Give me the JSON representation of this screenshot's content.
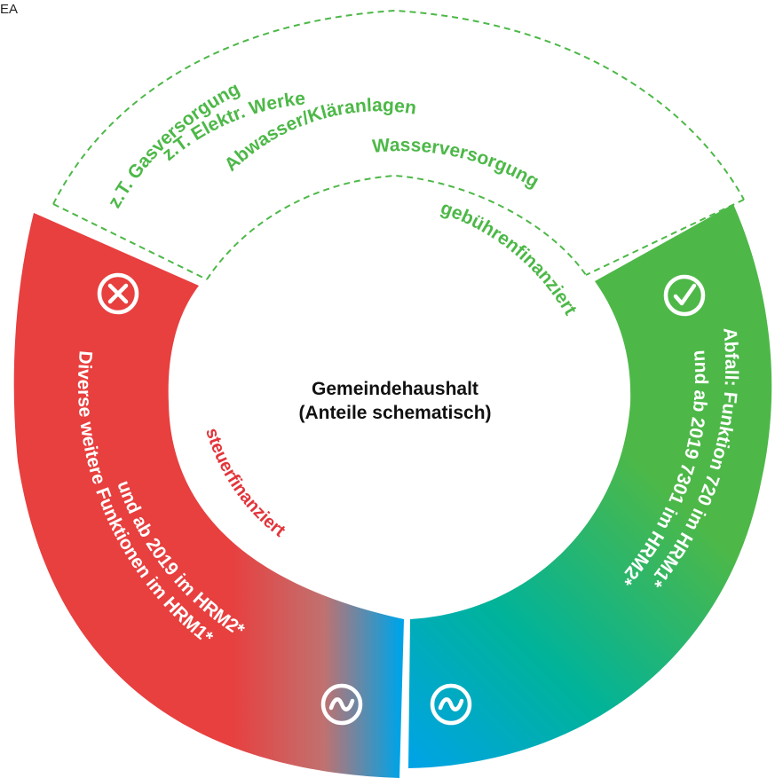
{
  "corner_label": "EA",
  "center": {
    "line1": "Gemeindehaushalt",
    "line2": "(Anteile schematisch)"
  },
  "upper_segment": {
    "items": [
      "z.T. Gasversorgung",
      "z.T. Elektr. Werke",
      "Abwasser/Kläranlagen",
      "Wasserversorgung"
    ],
    "label": "gebührenfinanziert"
  },
  "right_segment": {
    "line1": "Abfall: Funktion 720 im HRM1*",
    "line2": "und ab 2019 7301 im HRM2*",
    "icon": "check-circle-icon"
  },
  "left_segment": {
    "line1": "Diverse weitere Funktionen im HRM1*",
    "line2": "und ab 2019 im HRM2*",
    "label": "steuerfinanziert",
    "icon": "cross-circle-icon"
  },
  "bottom_icons": [
    "tilde-circle-icon",
    "tilde-circle-icon"
  ],
  "colors": {
    "green": "#4db848",
    "red": "#e83f3f",
    "blue": "#00a0e4",
    "teal": "#00b39a",
    "dashed": "#4db848"
  }
}
